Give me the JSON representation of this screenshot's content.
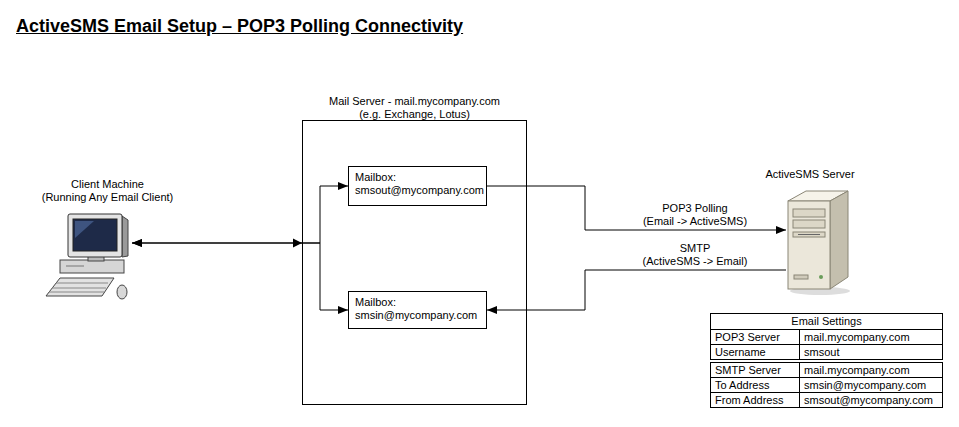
{
  "diagram": {
    "title": "ActiveSMS Email Setup – POP3 Polling Connectivity",
    "nodes": [
      {
        "text": [
          "Client Machine (Running Any Email Client)"
        ]
      },
      {
        "text": [
          "Mail Server - mail.mycompany.com (e.g. Exchange, Lotus)"
        ]
      },
      {
        "text": [
          "Mailbox: smsout@mycompany.com"
        ],
        "in": 1
      },
      {
        "text": [
          "Mailbox: smsin@mycompany.com"
        ],
        "in": 1
      },
      {
        "text": [
          "ActiveSMS Server"
        ]
      }
    ],
    "edges": [
      {
        "from": 0,
        "to": 2,
        "arrow": "both"
      },
      {
        "from": 0,
        "to": 3,
        "arrow": "both"
      },
      {
        "from": 2,
        "to": 4,
        "label": "POP3 Polling (Email -> ActiveSMS)",
        "arrow": "to"
      },
      {
        "from": 4,
        "to": 3,
        "label": "SMTP (ActiveSMS -> Email)",
        "arrow": "to"
      }
    ],
    "labels": [
      "Email Settings",
      "POP3 Server",
      "mail.mycompany.com",
      "Username",
      "smsout",
      "SMTP Server",
      "mail.mycompany.com",
      "To Address",
      "smsin@mycompany.com",
      "From Address",
      "smsout@mycompany.com"
    ]
  }
}
